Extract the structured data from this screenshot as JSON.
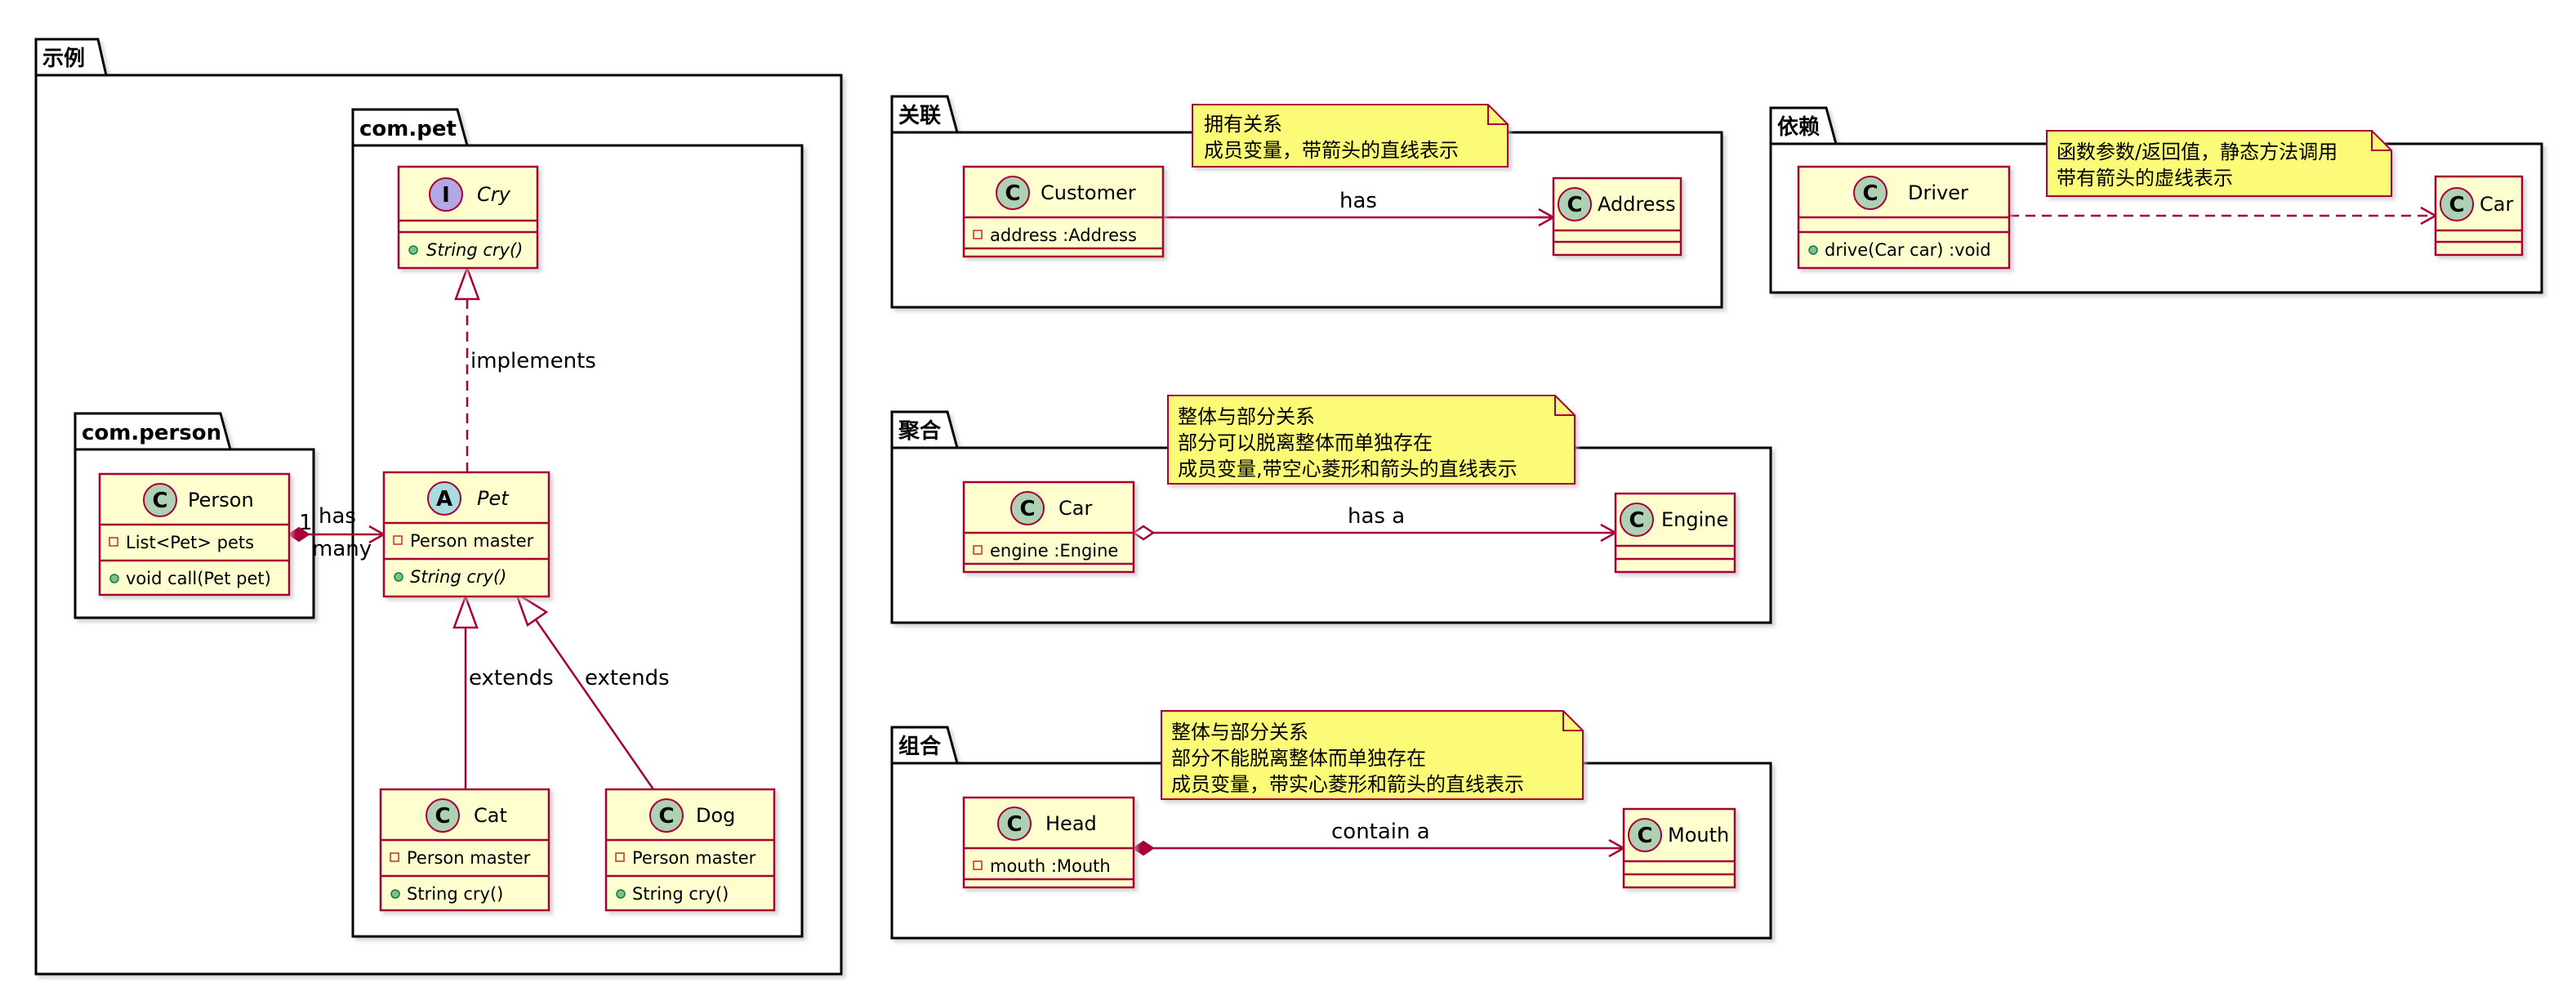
{
  "colors": {
    "class_fill": "#FEFECE",
    "class_border": "#A80036",
    "note_fill": "#FBFB77",
    "note_border": "#A80036",
    "edge": "#A80036",
    "package_border": "#000000",
    "circle_class": "#ADD1B2",
    "circle_interface": "#B4A7E5",
    "circle_abstract": "#A9DCDF"
  },
  "icons": {
    "class": "C",
    "interface": "I",
    "abstract": "A",
    "public": "public-visibility-icon",
    "private": "private-visibility-icon"
  },
  "packages": {
    "example": "示例",
    "com_pet": "com.pet",
    "com_person": "com.person",
    "association": "关联",
    "dependency": "依赖",
    "aggregation": "聚合",
    "composition": "组合"
  },
  "classes": {
    "cry": {
      "name": "Cry",
      "methods": [
        "String cry()"
      ]
    },
    "pet": {
      "name": "Pet",
      "fields": [
        "Person master"
      ],
      "methods": [
        "String cry()"
      ]
    },
    "person": {
      "name": "Person",
      "fields": [
        "List<Pet> pets"
      ],
      "methods": [
        "void call(Pet pet)"
      ]
    },
    "cat": {
      "name": "Cat",
      "fields": [
        "Person master"
      ],
      "methods": [
        "String cry()"
      ]
    },
    "dog": {
      "name": "Dog",
      "fields": [
        "Person master"
      ],
      "methods": [
        "String cry()"
      ]
    },
    "customer": {
      "name": "Customer",
      "fields": [
        "address :Address"
      ]
    },
    "address": {
      "name": "Address"
    },
    "driver": {
      "name": "Driver",
      "methods": [
        "drive(Car car) :void"
      ]
    },
    "dep_car": {
      "name": "Car"
    },
    "agg_car": {
      "name": "Car",
      "fields": [
        "engine :Engine"
      ]
    },
    "engine": {
      "name": "Engine"
    },
    "head": {
      "name": "Head",
      "fields": [
        "mouth :Mouth"
      ]
    },
    "mouth": {
      "name": "Mouth"
    }
  },
  "edges": {
    "implements": "implements",
    "extends_cat": "extends",
    "extends_dog": "extends",
    "has_label": "has",
    "has_one": "1",
    "has_many": "many",
    "assoc_has": "has",
    "agg_has_a": "has a",
    "comp_contain_a": "contain a"
  },
  "notes": {
    "association": [
      "拥有关系",
      "成员变量，带箭头的直线表示"
    ],
    "dependency": [
      "函数参数/返回值，静态方法调用",
      "带有箭头的虚线表示"
    ],
    "aggregation": [
      "整体与部分关系",
      "部分可以脱离整体而单独存在",
      "成员变量,带空心菱形和箭头的直线表示"
    ],
    "composition": [
      "整体与部分关系",
      "部分不能脱离整体而单独存在",
      "成员变量，带实心菱形和箭头的直线表示"
    ]
  }
}
